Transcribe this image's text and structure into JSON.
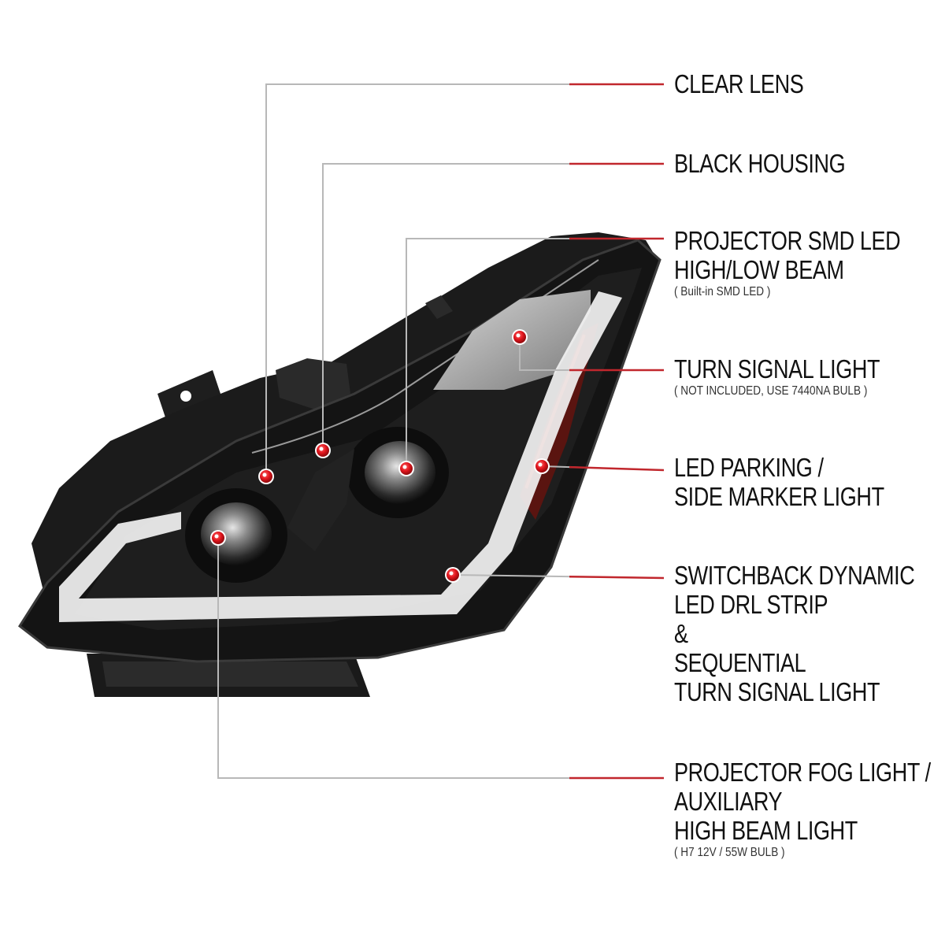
{
  "colors": {
    "leader_gray": "#b8b8b8",
    "leader_red": "#c1272d",
    "dot_red": "#e0141c",
    "drl_white": "#f2f2f2",
    "housing_black": "#141414"
  },
  "callouts": [
    {
      "id": "clear-lens",
      "lines": [
        "CLEAR LENS"
      ],
      "note": ""
    },
    {
      "id": "black-housing",
      "lines": [
        "BLACK HOUSING"
      ],
      "note": ""
    },
    {
      "id": "projector-smd-led",
      "lines": [
        "PROJECTOR SMD LED",
        "HIGH/LOW BEAM"
      ],
      "note": "( Built-in SMD LED )"
    },
    {
      "id": "turn-signal-light",
      "lines": [
        "TURN SIGNAL LIGHT"
      ],
      "note": "( NOT INCLUDED, USE 7440NA BULB )"
    },
    {
      "id": "led-parking",
      "lines": [
        "LED PARKING /",
        "SIDE MARKER LIGHT"
      ],
      "note": ""
    },
    {
      "id": "switchback-drl",
      "lines": [
        "SWITCHBACK DYNAMIC",
        "LED DRL STRIP",
        "&",
        "SEQUENTIAL",
        "TURN SIGNAL LIGHT"
      ],
      "note": ""
    },
    {
      "id": "projector-fog",
      "lines": [
        "PROJECTOR FOG LIGHT /",
        "AUXILIARY",
        "HIGH BEAM LIGHT"
      ],
      "note": "( H7 12V / 55W BULB )"
    }
  ]
}
